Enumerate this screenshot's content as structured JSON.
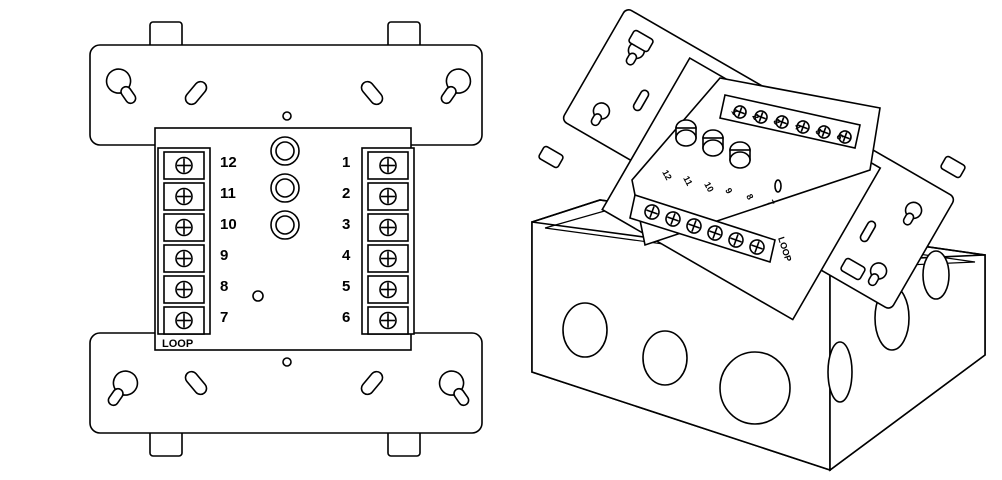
{
  "front_view": {
    "left_terminals": [
      "12",
      "11",
      "10",
      "9",
      "8",
      "7"
    ],
    "right_terminals": [
      "1",
      "2",
      "3",
      "4",
      "5",
      "6"
    ],
    "loop_label": "LOOP"
  },
  "iso_view": {
    "top_terminals": [
      "1",
      "2",
      "3",
      "4",
      "5",
      "6"
    ],
    "bottom_terminals": [
      "12",
      "11",
      "10",
      "9",
      "8",
      "7"
    ],
    "loop_label": "LOOP"
  },
  "colors": {
    "line": "#000000",
    "fill": "#ffffff",
    "shade": "#e6e6e6"
  }
}
